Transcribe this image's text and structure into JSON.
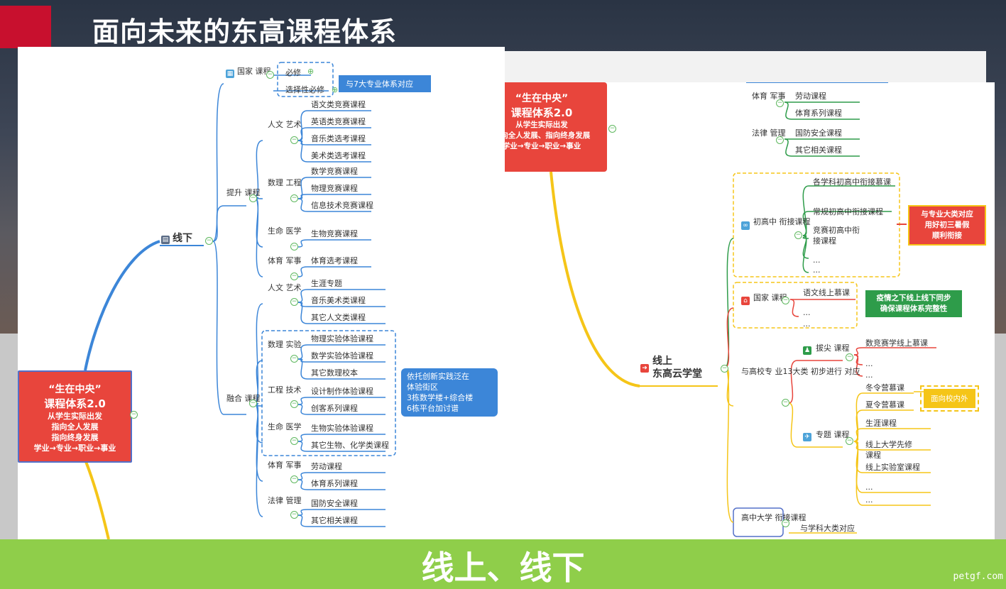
{
  "slide_title": "面向未来的东高课程体系",
  "footer": "线上、线下",
  "watermark": "petgf.com",
  "colors": {
    "accent_red": "#c8102e",
    "footer_green": "#8fce4a",
    "node_red": "#e8453c",
    "line_blue": "#3c86d8",
    "line_yellow": "#f5c518",
    "line_green": "#2e9c4a"
  },
  "left": {
    "root_quote": "“生在中央”",
    "root_title": "课程体系2.0",
    "root_lines": [
      "从学生实际出发",
      "指向全人发展",
      "指向终身发展",
      "学业→专业→职业→事业"
    ],
    "branch": "线下",
    "national": {
      "label": "国家\n课程",
      "items": [
        "必修",
        "选择性必修"
      ],
      "callout": "与7大专业体系对应"
    },
    "raise": {
      "label": "提升\n课程",
      "groups": [
        {
          "label": "人文\n艺术",
          "items": [
            "语文类竞赛课程",
            "英语类竞赛课程",
            "音乐类选考课程",
            "美术类选考课程"
          ]
        },
        {
          "label": "数理\n工程",
          "items": [
            "数学竞赛课程",
            "物理竞赛课程",
            "信息技术竞赛课程"
          ]
        },
        {
          "label": "生命\n医学",
          "items": [
            "生物竞赛课程"
          ]
        },
        {
          "label": "体育\n军事",
          "items": [
            "体育选考课程"
          ]
        }
      ]
    },
    "fusion": {
      "label": "融合\n课程",
      "groups": [
        {
          "label": "人文\n艺术",
          "items": [
            "生涯专题",
            "音乐美术类课程",
            "其它人文类课程"
          ]
        },
        {
          "label": "数理\n实验",
          "items": [
            "物理实验体验课程",
            "数学实验体验课程",
            "其它数理校本"
          ]
        },
        {
          "label": "工程\n技术",
          "items": [
            "设计制作体验课程",
            "创客系列课程"
          ]
        },
        {
          "label": "生命\n医学",
          "items": [
            "生物实验体验课程",
            "其它生物、化学类课程"
          ]
        },
        {
          "label": "体育\n军事",
          "items": [
            "劳动课程",
            "体育系列课程"
          ]
        },
        {
          "label": "法律\n管理",
          "items": [
            "国防安全课程",
            "其它相关课程"
          ]
        }
      ],
      "callout": "依托创新实践泛在\n体验街区\n3栋数学楼+综合楼\n6栋平台加讨谱"
    }
  },
  "right": {
    "root_quote": "“生在中央”",
    "root_title": "课程体系2.0",
    "root_lines": [
      "从学生实际出发",
      "指向全人发展、指向终身发展",
      "学业→专业→职业→事业"
    ],
    "top_groups": [
      {
        "label": "体育\n军事",
        "items": [
          "劳动课程",
          "体育系列课程"
        ]
      },
      {
        "label": "法律\n管理",
        "items": [
          "国防安全课程",
          "其它相关课程"
        ]
      }
    ],
    "branch": "线上\n东高云学堂",
    "bridge": {
      "label": "初高中\n衔接课程",
      "items": [
        "各学科初高中衔接慕课",
        "常规初高中衔接课程",
        "竞赛初高中衔\n接课程",
        "...",
        "..."
      ],
      "callout": "与专业大类对应\n用好初三暑假\n顺利衔接"
    },
    "national": {
      "label": "国家\n课程",
      "items": [
        "语文线上慕课",
        "...",
        "..."
      ],
      "callout": "疫情之下线上线下同步\n确保课程体系完整性"
    },
    "college13": {
      "label": "与高校专\n业13大类\n初步进行\n对应",
      "top": {
        "label": "拔尖\n课程",
        "items": [
          "数竞赛学线上慕课",
          "...",
          "..."
        ]
      },
      "topic": {
        "label": "专题\n课程",
        "items": [
          "冬令营慕课",
          "夏令营慕课",
          "生涯课程",
          "线上大学先修\n课程",
          "线上实验室课程",
          "...",
          "..."
        ],
        "callout": "面向校内外"
      }
    },
    "univ": {
      "label": "高中大学\n衔接课程",
      "item": "与学科大类对应"
    }
  }
}
